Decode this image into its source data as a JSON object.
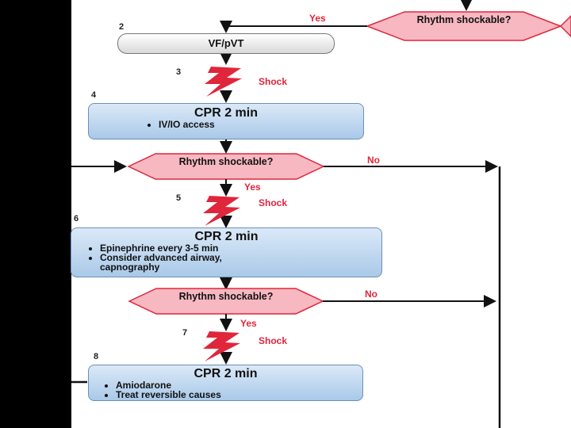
{
  "flowchart": {
    "top_decision": {
      "text": "Rhythm shockable?",
      "yes_label": "Yes"
    },
    "step2": {
      "number": "2",
      "label": "VF/pVT"
    },
    "step3": {
      "number": "3",
      "label": "Shock"
    },
    "step4": {
      "number": "4",
      "title": "CPR 2 min",
      "bullets": [
        "IV/IO access"
      ]
    },
    "decision2": {
      "text": "Rhythm shockable?",
      "yes_label": "Yes",
      "no_label": "No"
    },
    "step5": {
      "number": "5",
      "label": "Shock"
    },
    "step6": {
      "number": "6",
      "title": "CPR 2 min",
      "bullets": [
        "Epinephrine every 3-5 min",
        "Consider advanced airway,",
        "capnography"
      ]
    },
    "decision3": {
      "text": "Rhythm shockable?",
      "yes_label": "Yes",
      "no_label": "No"
    },
    "step7": {
      "number": "7",
      "label": "Shock"
    },
    "step8": {
      "number": "8",
      "title": "CPR 2 min",
      "bullets": [
        "Amiodarone",
        "Treat reversible causes"
      ]
    }
  },
  "colors": {
    "decision_fill": "#f7b8c1",
    "decision_stroke": "#e0263b",
    "box_fill": "#bcd6f0",
    "shock_red": "#e0263b",
    "line": "#111111"
  },
  "icons": [
    "shock-bolt-icon"
  ]
}
